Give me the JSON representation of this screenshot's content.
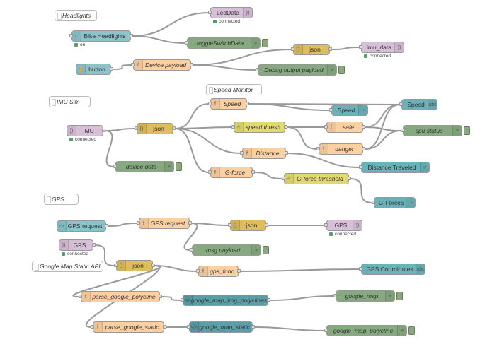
{
  "palette": {
    "wire": "#999999",
    "comment": "#ffffff",
    "mqtt": "#d8bfd8",
    "function": "#fdd0a2",
    "json": "#debd5c",
    "debug": "#87a980",
    "dashboard": "#6ab2ba",
    "dashboard_light": "#8bc3cb",
    "ui_input": "#a6bbcf",
    "switch": "#e2d96e",
    "template": "#5a9ea8",
    "status_green": "#5a9a6e"
  },
  "comments": [
    {
      "id": "c1",
      "label": "Headlights"
    },
    {
      "id": "c2",
      "label": "Speed Monitor"
    },
    {
      "id": "c3",
      "label": "IMU Sim"
    },
    {
      "id": "c4",
      "label": "GPS"
    },
    {
      "id": "c5",
      "label": "Google Map Static API"
    }
  ],
  "nodes": [
    {
      "id": "n_led",
      "label": "LedData",
      "type": "mqtt-out",
      "icon": "wifi-icon",
      "status": "connected"
    },
    {
      "id": "n_bike",
      "label": "Bike Headlights",
      "type": "ui-switch",
      "icon": "switch-icon",
      "status": "on"
    },
    {
      "id": "n_toggle",
      "label": "toggleSwitchData",
      "type": "debug",
      "icon": "list-icon"
    },
    {
      "id": "n_json1",
      "label": "json",
      "type": "json",
      "icon": "braces-icon"
    },
    {
      "id": "n_imu_out",
      "label": "imu_data",
      "type": "mqtt-out",
      "icon": "wifi-icon",
      "status": "connected"
    },
    {
      "id": "n_button",
      "label": "button",
      "type": "ui-button",
      "icon": "hand-icon"
    },
    {
      "id": "n_devpay",
      "label": "Device payload",
      "type": "function",
      "icon": "function-icon"
    },
    {
      "id": "n_dbgout",
      "label": "Debug output payload",
      "type": "debug",
      "icon": "list-icon"
    },
    {
      "id": "n_imu",
      "label": "IMU",
      "type": "mqtt-in",
      "icon": "wifi-icon",
      "status": "connected"
    },
    {
      "id": "n_json2",
      "label": "json",
      "type": "json",
      "icon": "braces-icon"
    },
    {
      "id": "n_devdata",
      "label": "device data",
      "type": "debug",
      "icon": "list-icon"
    },
    {
      "id": "n_speedfn",
      "label": "Speed",
      "type": "function",
      "icon": "function-icon"
    },
    {
      "id": "n_speedthresh",
      "label": "speed thresh",
      "type": "switch",
      "icon": "switch-arrows-icon"
    },
    {
      "id": "n_safe",
      "label": "safe",
      "type": "function",
      "icon": "function-icon"
    },
    {
      "id": "n_danger",
      "label": "danger",
      "type": "function",
      "icon": "function-icon"
    },
    {
      "id": "n_distance",
      "label": "Distance",
      "type": "function",
      "icon": "function-icon"
    },
    {
      "id": "n_gforce",
      "label": "G-force",
      "type": "function",
      "icon": "function-icon"
    },
    {
      "id": "n_gthresh",
      "label": "G-force threshold",
      "type": "switch",
      "icon": "switch-arrows-icon"
    },
    {
      "id": "n_speedgauge",
      "label": "Speed",
      "type": "ui-gauge",
      "icon": "gauge-icon"
    },
    {
      "id": "n_speedtext",
      "label": "Speed",
      "type": "ui-text",
      "icon": "text-icon"
    },
    {
      "id": "n_cpustatus",
      "label": "cpu status",
      "type": "debug",
      "icon": "list-icon"
    },
    {
      "id": "n_disttrav",
      "label": "Distance Traveled",
      "type": "ui-chart",
      "icon": "chart-icon"
    },
    {
      "id": "n_gforces",
      "label": "G-Forces",
      "type": "ui-gauge",
      "icon": "gauge-icon"
    },
    {
      "id": "n_gpsreq_in",
      "label": "GPS request",
      "type": "ui-input",
      "icon": "input-icon"
    },
    {
      "id": "n_gpsreq_fn",
      "label": "GPS request",
      "type": "function",
      "icon": "function-icon"
    },
    {
      "id": "n_json3",
      "label": "json",
      "type": "json",
      "icon": "braces-icon"
    },
    {
      "id": "n_gps_out",
      "label": "GPS",
      "type": "mqtt-out",
      "icon": "wifi-icon",
      "status": "connected"
    },
    {
      "id": "n_msgpay",
      "label": "msg.payload",
      "type": "debug",
      "icon": "list-icon"
    },
    {
      "id": "n_gps_in",
      "label": "GPS",
      "type": "mqtt-in",
      "icon": "wifi-icon",
      "status": "connected"
    },
    {
      "id": "n_json4",
      "label": "json",
      "type": "json",
      "icon": "braces-icon"
    },
    {
      "id": "n_gpsfunc",
      "label": "gps_func",
      "type": "function",
      "icon": "function-icon"
    },
    {
      "id": "n_gpscoord",
      "label": "GPS Coordinates",
      "type": "ui-text",
      "icon": "text-icon"
    },
    {
      "id": "n_parsepoly",
      "label": "parse_google_polycline",
      "type": "function",
      "icon": "function-icon"
    },
    {
      "id": "n_gmapimgpoly",
      "label": "google_map_img_polyclines",
      "type": "template",
      "icon": "code-icon"
    },
    {
      "id": "n_gmap",
      "label": "google_map",
      "type": "debug",
      "icon": "list-icon"
    },
    {
      "id": "n_parsestatic",
      "label": "parse_google_static",
      "type": "function",
      "icon": "function-icon"
    },
    {
      "id": "n_gmapstatic",
      "label": "google_map_static",
      "type": "template",
      "icon": "code-icon"
    },
    {
      "id": "n_gmappoly",
      "label": "google_map_polycline",
      "type": "debug",
      "icon": "list-icon"
    }
  ],
  "wires": [
    [
      "n_bike",
      "n_led"
    ],
    [
      "n_bike",
      "n_toggle"
    ],
    [
      "n_button",
      "n_devpay"
    ],
    [
      "n_devpay",
      "n_json1"
    ],
    [
      "n_devpay",
      "n_dbgout"
    ],
    [
      "n_json1",
      "n_imu_out"
    ],
    [
      "n_imu",
      "n_json2"
    ],
    [
      "n_imu",
      "n_devdata"
    ],
    [
      "n_json2",
      "n_speedfn"
    ],
    [
      "n_json2",
      "n_distance"
    ],
    [
      "n_json2",
      "n_gforce"
    ],
    [
      "n_json2",
      "n_speedthresh"
    ],
    [
      "n_speedfn",
      "n_speedtext"
    ],
    [
      "n_speedfn",
      "n_speedgauge"
    ],
    [
      "n_speedthresh",
      "n_safe"
    ],
    [
      "n_speedthresh",
      "n_danger"
    ],
    [
      "n_safe",
      "n_cpustatus"
    ],
    [
      "n_safe",
      "n_speedtext"
    ],
    [
      "n_danger",
      "n_cpustatus"
    ],
    [
      "n_danger",
      "n_speedtext"
    ],
    [
      "n_distance",
      "n_disttrav"
    ],
    [
      "n_gforce",
      "n_gthresh"
    ],
    [
      "n_gthresh",
      "n_gforces"
    ],
    [
      "n_gpsreq_in",
      "n_gpsreq_fn"
    ],
    [
      "n_gpsreq_fn",
      "n_json3"
    ],
    [
      "n_gpsreq_fn",
      "n_msgpay"
    ],
    [
      "n_json3",
      "n_gps_out"
    ],
    [
      "n_gps_in",
      "n_json4"
    ],
    [
      "n_json4",
      "n_gpsfunc"
    ],
    [
      "n_json4",
      "n_parsepoly"
    ],
    [
      "n_json4",
      "n_parsestatic"
    ],
    [
      "n_gpsfunc",
      "n_gpscoord"
    ],
    [
      "n_parsepoly",
      "n_gmapimgpoly"
    ],
    [
      "n_gmapimgpoly",
      "n_gmap"
    ],
    [
      "n_parsestatic",
      "n_gmapstatic"
    ],
    [
      "n_gmapstatic",
      "n_gmappoly"
    ]
  ]
}
